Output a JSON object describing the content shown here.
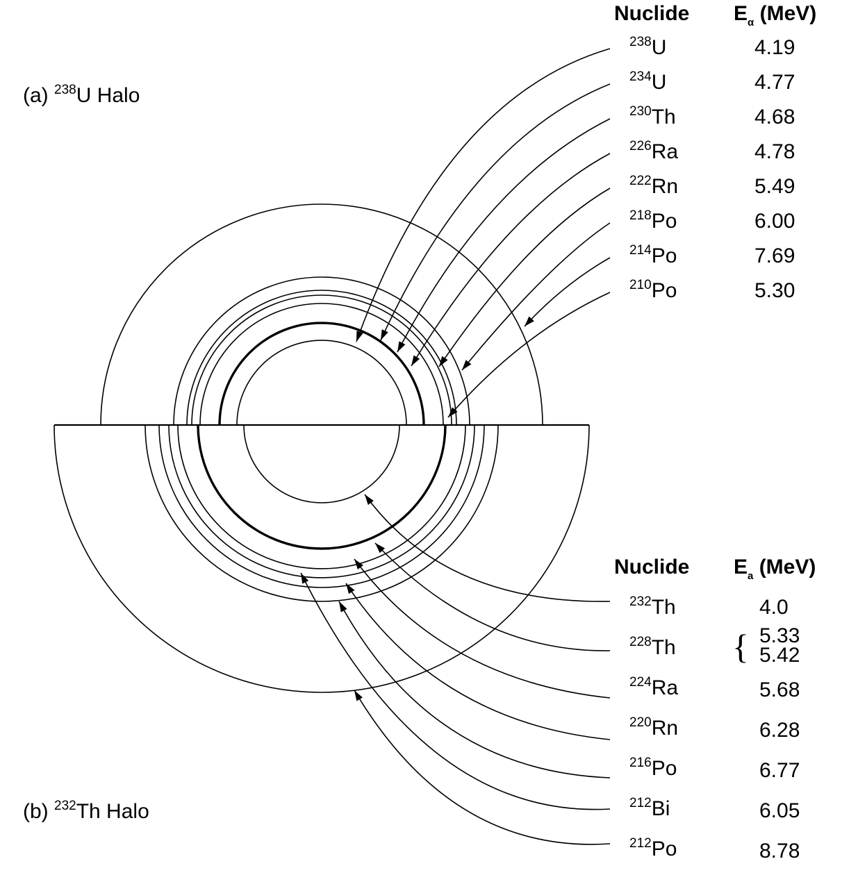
{
  "uranium": {
    "title_prefix": "(a) ",
    "title_mass": "238",
    "title_rest": "U Halo",
    "header_nuclide": "Nuclide",
    "header_energy_main": "E",
    "header_energy_sub": "α",
    "header_energy_unit": " (MeV)",
    "rows": [
      {
        "mass": "238",
        "element": "U",
        "energy": "4.19"
      },
      {
        "mass": "234",
        "element": "U",
        "energy": "4.77"
      },
      {
        "mass": "230",
        "element": "Th",
        "energy": "4.68"
      },
      {
        "mass": "226",
        "element": "Ra",
        "energy": "4.78"
      },
      {
        "mass": "222",
        "element": "Rn",
        "energy": "5.49"
      },
      {
        "mass": "218",
        "element": "Po",
        "energy": "6.00"
      },
      {
        "mass": "214",
        "element": "Po",
        "energy": "7.69"
      },
      {
        "mass": "210",
        "element": "Po",
        "energy": "5.30"
      }
    ]
  },
  "thorium": {
    "title_prefix": "(b) ",
    "title_mass": "232",
    "title_rest": "Th Halo",
    "header_nuclide": "Nuclide",
    "header_energy_main": "E",
    "header_energy_sub": "a",
    "header_energy_unit": " (MeV)",
    "rows": [
      {
        "mass": "232",
        "element": "Th",
        "energy": "4.0"
      },
      {
        "mass": "228",
        "element": "Th",
        "energy": "5.33",
        "energy2": "5.42",
        "brace": "{"
      },
      {
        "mass": "224",
        "element": "Ra",
        "energy": "5.68"
      },
      {
        "mass": "220",
        "element": "Rn",
        "energy": "6.28"
      },
      {
        "mass": "216",
        "element": "Po",
        "energy": "6.77"
      },
      {
        "mass": "212",
        "element": "Bi",
        "energy": "6.05"
      },
      {
        "mass": "212",
        "element": "Po",
        "energy": "8.78"
      }
    ]
  }
}
